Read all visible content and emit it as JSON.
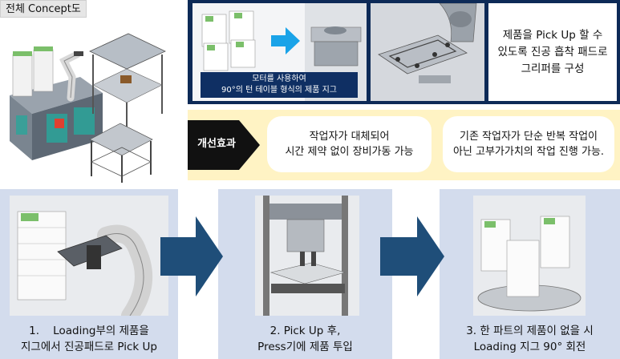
{
  "concept_title": "전체 Concept도",
  "top": {
    "jig_caption_line1": "모터를 사용하여",
    "jig_caption_line2": "90°의 턴 테이블 형식의 제품 지그",
    "note_line1": "제품을 Pick Up 할 수",
    "note_line2": "있도록 진공 흡착 패드로",
    "note_line3": "그리퍼를 구성"
  },
  "effect": {
    "label": "개선효과",
    "item1_line1": "작업자가 대체되어",
    "item1_line2": "시간 제약 없이 장비가동 가능",
    "item2_line1": "기존 작업자가 단순 반복 작업이",
    "item2_line2": "아닌 고부가가치의 작업 진행 가능."
  },
  "steps": [
    {
      "line1": "1.    Loading부의 제품을",
      "line2": "지그에서 진공패드로 Pick Up"
    },
    {
      "line1": "2. Pick Up 후,",
      "line2": "Press기에 제품 투입"
    },
    {
      "line1": "3. 한 파트의 제품이 없을 시",
      "line2": "Loading 지그 90° 회전"
    }
  ],
  "colors": {
    "navy": "#0d2a57",
    "arrow_blue": "#1f4e79",
    "cyan_arrow": "#1aa3e8",
    "effect_bg": "#fff3c4",
    "panel_bg": "#d3dced"
  }
}
